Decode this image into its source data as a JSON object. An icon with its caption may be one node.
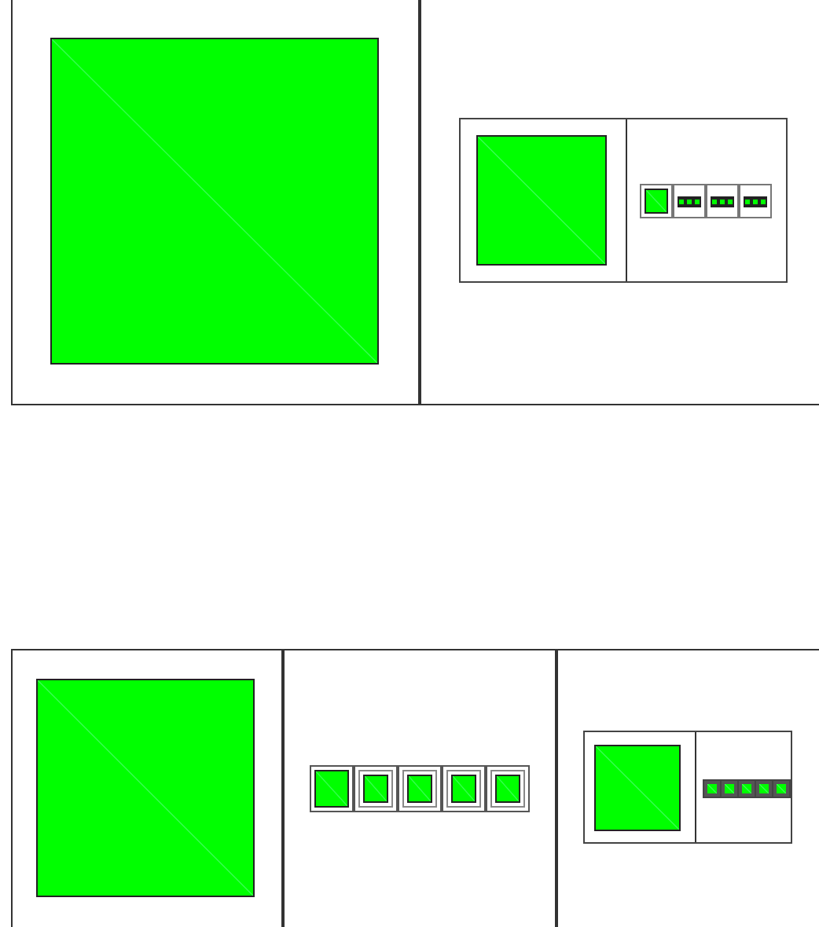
{
  "diagram": {
    "nodes": [
      {
        "text": [],
        "shape": "box"
      },
      {
        "text": [],
        "shape": "box",
        "in": 0
      },
      {
        "text": [],
        "shape": "box"
      },
      {
        "text": [],
        "shape": "box",
        "in": 2
      },
      {
        "text": [],
        "shape": "box",
        "in": 3
      },
      {
        "text": [],
        "shape": "box",
        "in": 3
      },
      {
        "text": [],
        "shape": "box",
        "in": 3
      },
      {
        "text": [],
        "shape": "box",
        "in": 3
      },
      {
        "text": [],
        "shape": "box",
        "in": 3
      },
      {
        "text": [],
        "shape": "box"
      },
      {
        "text": [],
        "shape": "box",
        "in": 9
      },
      {
        "text": [],
        "shape": "box"
      },
      {
        "text": [],
        "shape": "box",
        "in": 11
      },
      {
        "text": [],
        "shape": "box",
        "in": 11
      },
      {
        "text": [],
        "shape": "box",
        "in": 11
      },
      {
        "text": [],
        "shape": "box",
        "in": 11
      },
      {
        "text": [],
        "shape": "box",
        "in": 11
      },
      {
        "text": [],
        "shape": "box"
      },
      {
        "text": [],
        "shape": "box",
        "in": 17
      },
      {
        "text": [],
        "shape": "box",
        "in": 18
      },
      {
        "text": [],
        "shape": "box",
        "in": 18
      },
      {
        "text": [],
        "shape": "box",
        "in": 18
      },
      {
        "text": [],
        "shape": "box",
        "in": 18
      },
      {
        "text": [],
        "shape": "box",
        "in": 18
      },
      {
        "text": [],
        "shape": "box",
        "in": 18
      }
    ]
  }
}
